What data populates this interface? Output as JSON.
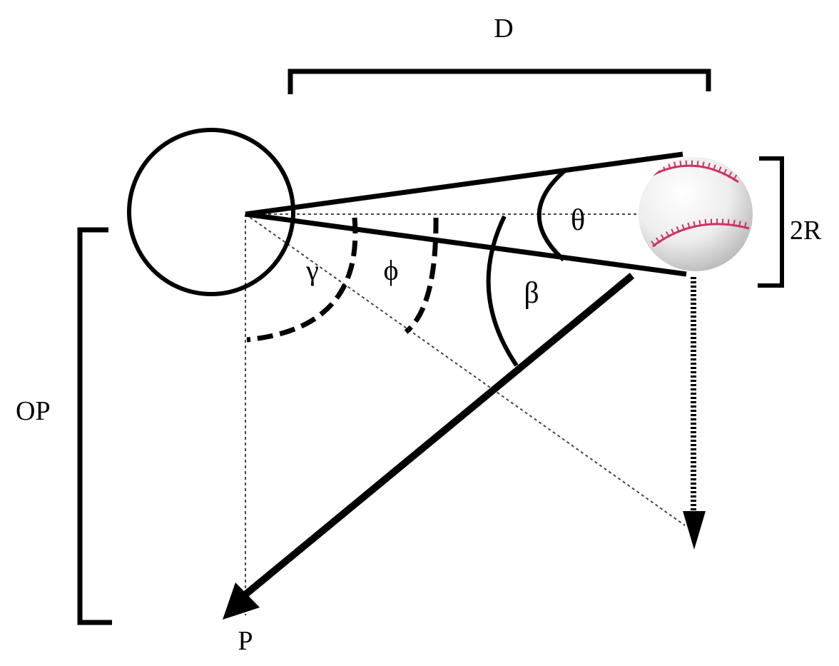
{
  "labels": {
    "distance": "D",
    "diameter": "2R",
    "offset": "OP",
    "point": "P",
    "theta": "θ",
    "gamma": "γ",
    "phi": "ϕ",
    "beta": "β"
  },
  "colors": {
    "ink": "#000000",
    "background": "#ffffff",
    "ball_base": "#f4f4f4",
    "ball_shadow": "#c9c9c9",
    "stitches": "#cc3366"
  },
  "objects": {
    "observer": "circle",
    "ball": "baseball-icon"
  }
}
